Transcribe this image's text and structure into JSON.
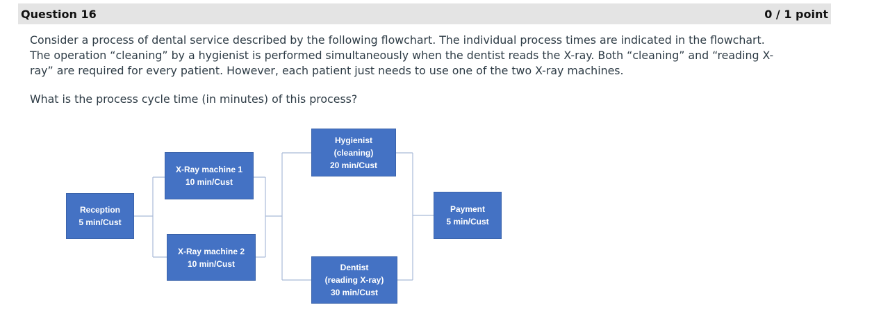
{
  "header": {
    "title": "Question 16",
    "points": "0 / 1 point"
  },
  "question": {
    "paragraph_lines": [
      "Consider a process of dental service described by the following flowchart. The individual process times are indicated in the flowchart.",
      "The operation “cleaning” by a hygienist is performed simultaneously when the dentist reads the X-ray. Both “cleaning” and “reading X-",
      "ray” are required for every patient. However, each patient just needs to use one of the two X-ray machines."
    ],
    "prompt": "What is the process cycle time (in minutes) of this process?"
  },
  "flowchart": {
    "reception": [
      "Reception",
      "5 min/Cust"
    ],
    "xray1": [
      "X-Ray machine 1",
      "10 min/Cust"
    ],
    "xray2": [
      "X-Ray machine 2",
      "10 min/Cust"
    ],
    "hygienist": [
      "Hygienist",
      "(cleaning)",
      "20 min/Cust"
    ],
    "dentist": [
      "Dentist",
      "(reading X-ray)",
      "30 min/Cust"
    ],
    "payment": [
      "Payment",
      "5 min/Cust"
    ],
    "box_color": "#4472c4",
    "connector_color": "#a9bad8"
  }
}
